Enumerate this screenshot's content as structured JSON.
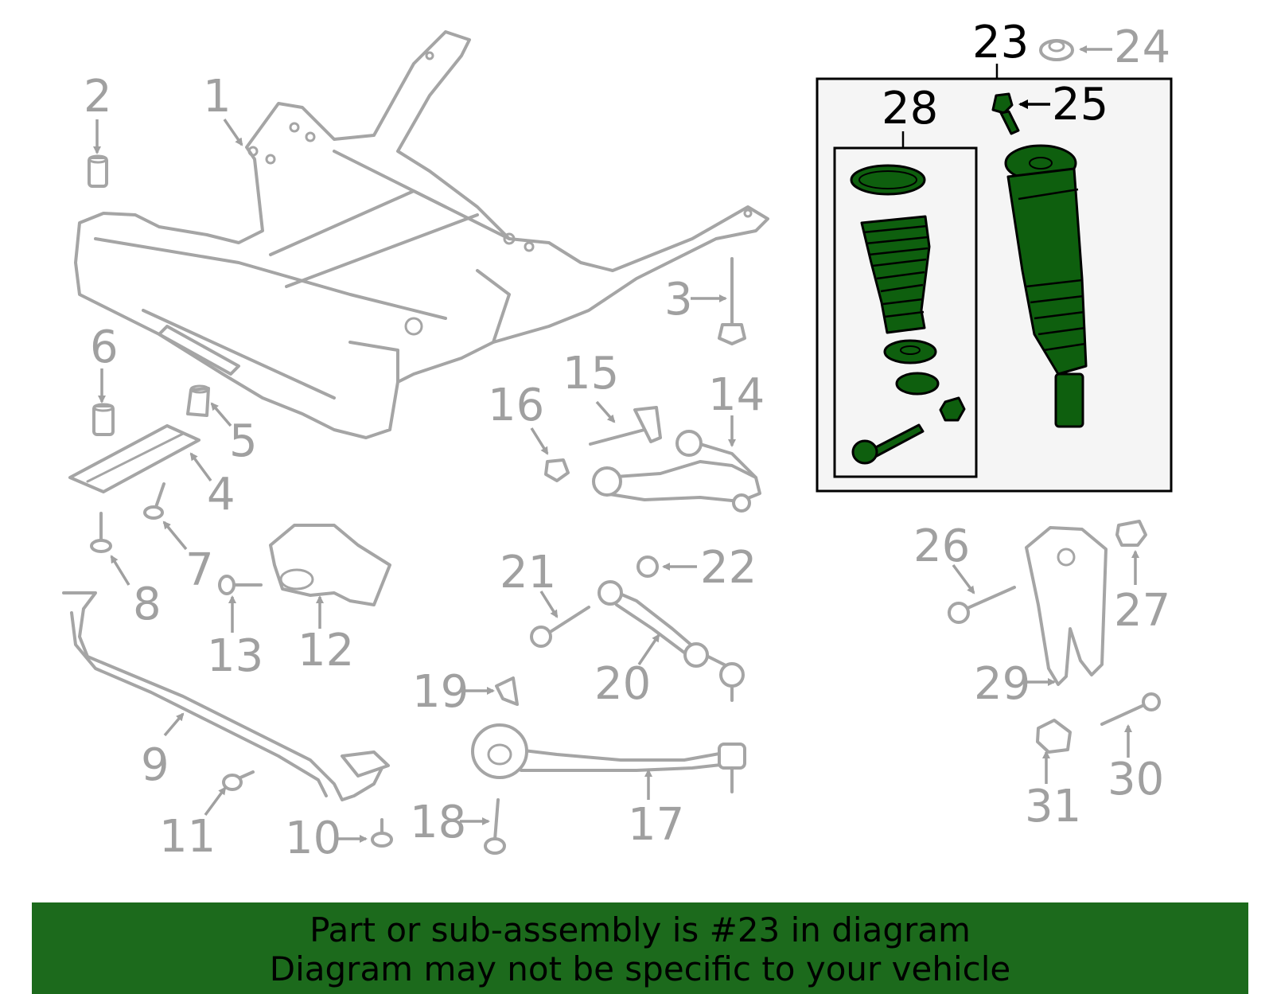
{
  "colors": {
    "banner_bg": "#1c6a1c",
    "highlight_part": "#0e5f0e",
    "inactive_part": "#a5a5a5",
    "callout_inactive": "#a0a0a0",
    "callout_active": "#000000"
  },
  "callouts": {
    "n1": "1",
    "n2": "2",
    "n3": "3",
    "n4": "4",
    "n5": "5",
    "n6": "6",
    "n7": "7",
    "n8": "8",
    "n9": "9",
    "n10": "10",
    "n11": "11",
    "n12": "12",
    "n13": "13",
    "n14": "14",
    "n15": "15",
    "n16": "16",
    "n17": "17",
    "n18": "18",
    "n19": "19",
    "n20": "20",
    "n21": "21",
    "n22": "22",
    "n23": "23",
    "n24": "24",
    "n25": "25",
    "n26": "26",
    "n27": "27",
    "n28": "28",
    "n29": "29",
    "n30": "30",
    "n31": "31"
  },
  "highlighted_callouts": [
    "23",
    "25",
    "28"
  ],
  "banner": {
    "line1": "Part or sub-assembly is #23 in diagram",
    "line2": "Diagram may not be specific to your vehicle"
  }
}
